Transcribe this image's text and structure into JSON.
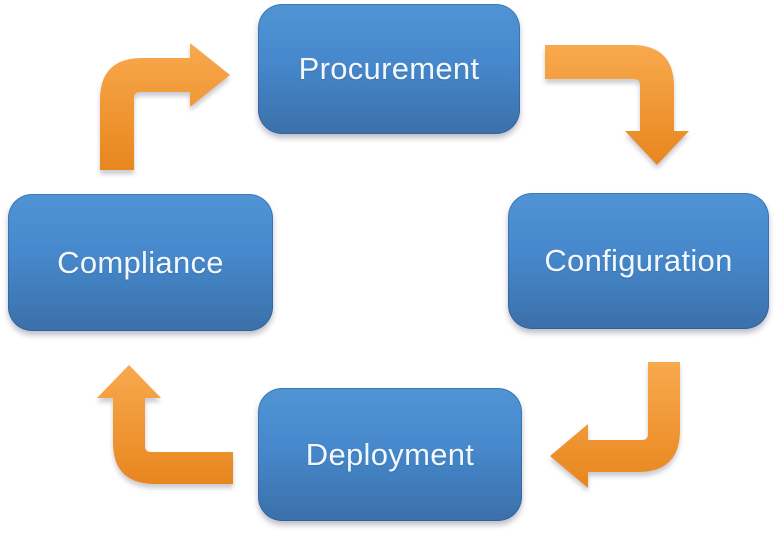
{
  "diagram": {
    "type": "cycle",
    "nodes": [
      {
        "id": "procurement",
        "label": "Procurement",
        "position": "top"
      },
      {
        "id": "configuration",
        "label": "Configuration",
        "position": "right"
      },
      {
        "id": "deployment",
        "label": "Deployment",
        "position": "bottom"
      },
      {
        "id": "compliance",
        "label": "Compliance",
        "position": "left"
      }
    ],
    "edges": [
      {
        "from": "procurement",
        "to": "configuration"
      },
      {
        "from": "configuration",
        "to": "deployment"
      },
      {
        "from": "deployment",
        "to": "compliance"
      },
      {
        "from": "compliance",
        "to": "procurement"
      }
    ],
    "colors": {
      "node_fill_top": "#5094d6",
      "node_fill_bottom": "#3b70a9",
      "node_text": "#f2f7fc",
      "arrow_fill_top": "#f8a94e",
      "arrow_fill_bottom": "#e8861e",
      "background": "#ffffff"
    }
  }
}
